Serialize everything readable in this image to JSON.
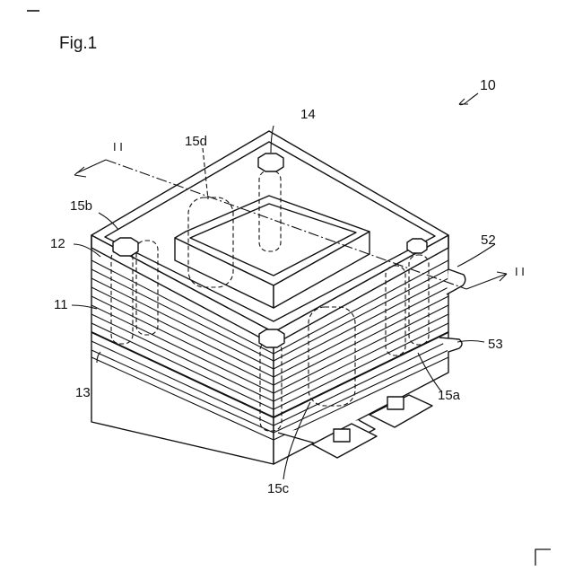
{
  "figure": {
    "title": "Fig.1",
    "labels": {
      "assembly": "10",
      "stack": "11",
      "top_plate": "12",
      "bottom_plate": "13",
      "bolt": "14",
      "hole_a": "15a",
      "hole_b": "15b",
      "hole_c": "15c",
      "hole_d": "15d",
      "terminal_upper": "52",
      "terminal_lower": "53",
      "section_left": "I I",
      "section_right": "I I"
    }
  }
}
